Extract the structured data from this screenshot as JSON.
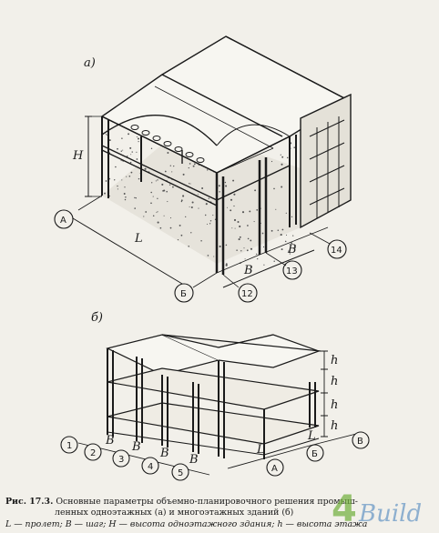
{
  "figure_a": {
    "panel_label": "а)",
    "dim_H": "H",
    "dim_L": "L",
    "dim_B1": "B",
    "dim_B2": "B",
    "axis_A": "А",
    "axis_B": "Б",
    "axis_12": "12",
    "axis_13": "13",
    "axis_14": "14"
  },
  "figure_b": {
    "panel_label": "б)",
    "dim_h": [
      "h",
      "h",
      "h",
      "h"
    ],
    "bay_labels": [
      "B",
      "B",
      "B",
      "B"
    ],
    "dim_L": [
      "L",
      "L"
    ],
    "axes_left": [
      "1",
      "2",
      "3",
      "4",
      "5"
    ],
    "axis_A": "А",
    "axis_B": "Б",
    "axis_V": "В"
  },
  "caption": {
    "prefix": "Рис. 17.3.",
    "line1": "Основные параметры объемно-планировочного решения промыш-",
    "line2": "ленных одноэтажных (а) и многоэтажных зданий (б)",
    "line3": "L — пролет; B — шаг; H — высота одноэтажного здания; h — высота этажа"
  },
  "watermark": {
    "symbol": "4",
    "text": "Build"
  }
}
